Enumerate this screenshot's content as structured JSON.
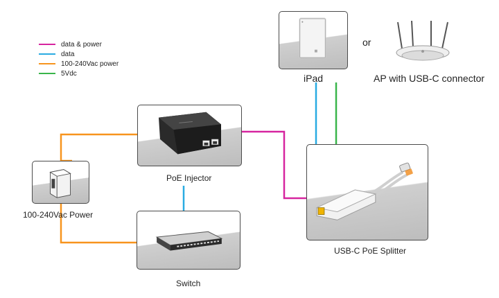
{
  "legend": [
    {
      "label": "data & power",
      "color": "#d6249f"
    },
    {
      "label": "data",
      "color": "#29abe2"
    },
    {
      "label": "100-240Vac power",
      "color": "#f7941d"
    },
    {
      "label": "5Vdc",
      "color": "#39b54a"
    }
  ],
  "labels": {
    "ipad": "iPad",
    "ap": "AP with USB-C connector",
    "or": "or",
    "injector": "PoE Injector",
    "power": "100-240Vac Power",
    "switch": "Switch",
    "splitter": "USB-C PoE Splitter"
  }
}
